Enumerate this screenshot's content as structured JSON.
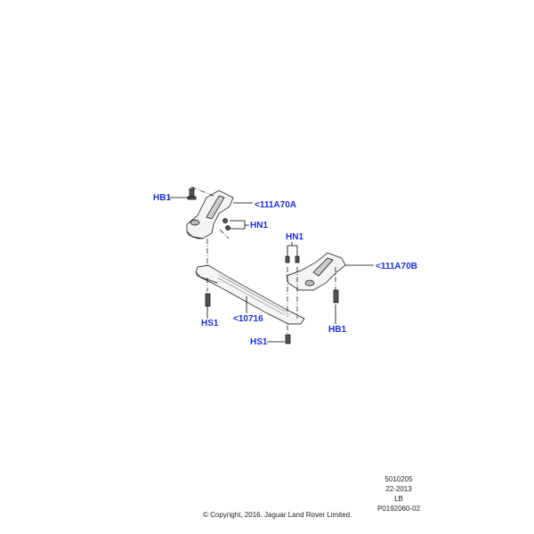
{
  "callouts": {
    "hb1_left": "HB1",
    "bracket_a": "<111A70A",
    "hn1_right": "HN1",
    "hn1_top": "HN1",
    "bracket_b": "<111A70B",
    "hb1_right": "HB1",
    "hs1_left": "HS1",
    "crossmember": "<10716",
    "hs1_bottom": "HS1"
  },
  "meta": {
    "line1": "5010205",
    "line2": "22-2013",
    "line3": "LB",
    "line4": "P0192060-02"
  },
  "copyright": "© Copyright, 2016. Jaguar Land Rover Limited.",
  "colors": {
    "callout": "#1a2fd6",
    "line": "#000000"
  }
}
